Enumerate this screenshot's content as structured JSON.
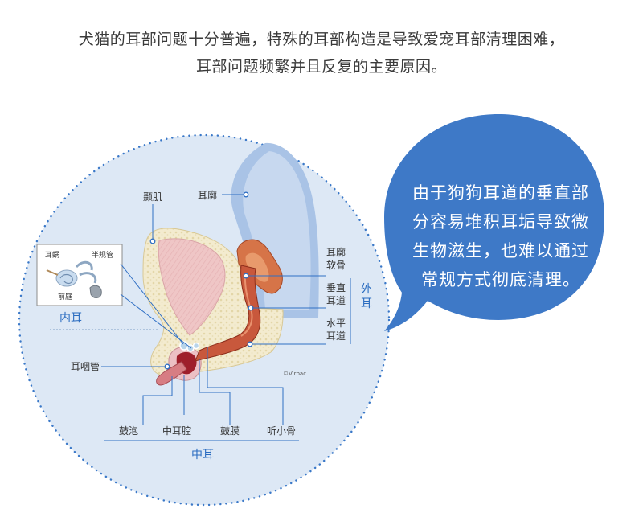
{
  "intro": {
    "line1": "犬猫的耳部问题十分普遍，特殊的耳部构造是导致爱宠耳部清理困难，",
    "line2": "耳部问题频繁并且反复的主要原因。"
  },
  "callout": {
    "lines": [
      "由于狗狗耳道的垂直部",
      "分容易堆积耳垢导致微",
      "生物滋生，也难以通过",
      "常规方式彻底清理。"
    ]
  },
  "labels": {
    "temporal_muscle": "颞肌",
    "pinna": "耳廓",
    "cochlea": "耳蜗",
    "semicircular_canals": "半规管",
    "vestibule": "前庭",
    "inner_ear": "内耳",
    "auricular_cartilage": [
      "耳廓",
      "软骨"
    ],
    "vertical_canal": [
      "垂直",
      "耳道"
    ],
    "horizontal_canal": [
      "水平",
      "耳道"
    ],
    "outer_ear": [
      "外",
      "耳"
    ],
    "eustachian_tube": "耳咽管",
    "bulla": "鼓泡",
    "middle_ear_cavity": "中耳腔",
    "eardrum": "鼓膜",
    "ossicles": "听小骨",
    "middle_ear": "中耳",
    "copyright": "©Virbac"
  },
  "colors": {
    "accent_blue": "#3a78c8",
    "circle_fill": "#dde8f5",
    "bubble_fill": "#3e79c7",
    "leader_line": "#2f6fc4"
  }
}
